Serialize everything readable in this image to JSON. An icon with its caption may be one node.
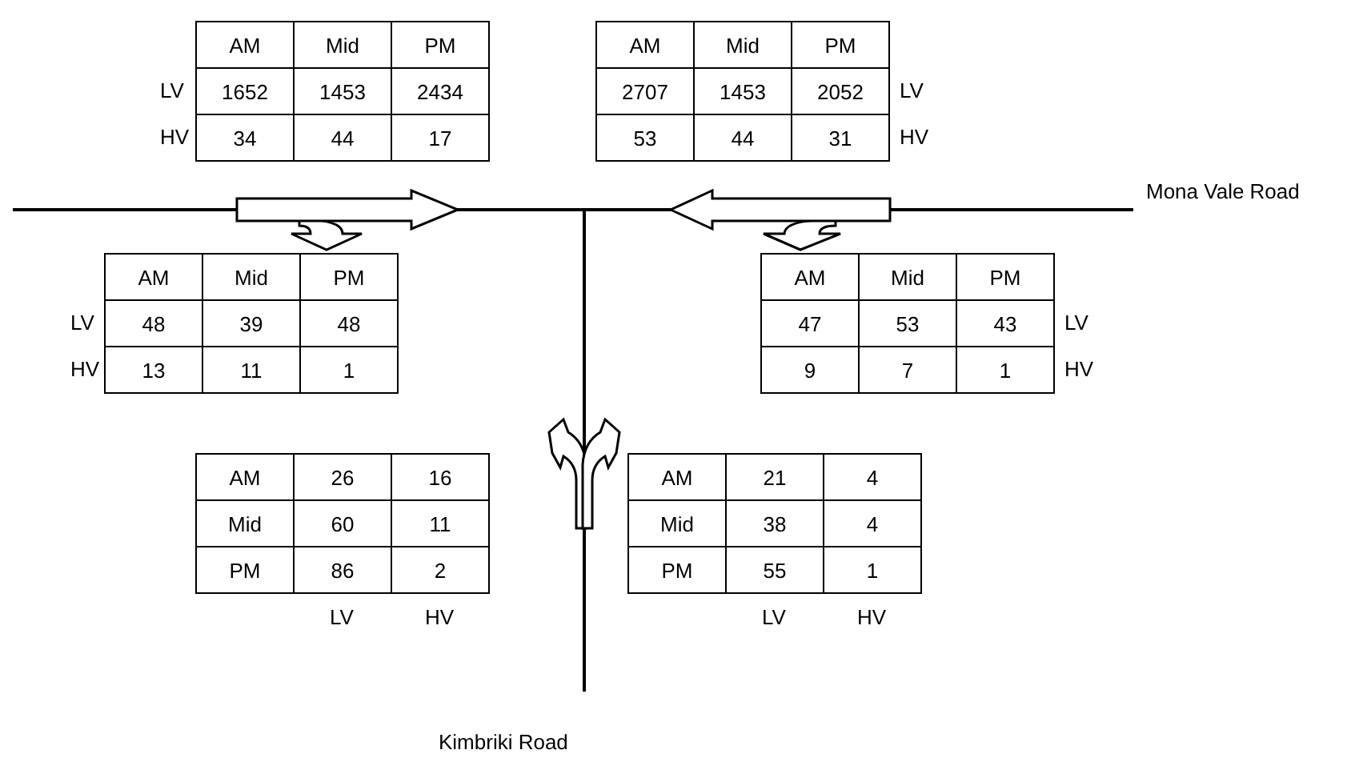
{
  "diagram": {
    "labels": [
      "AM",
      "Mid",
      "PM",
      "LV",
      "1652",
      "1453",
      "2434",
      "HV",
      "34",
      "44",
      "17",
      "AM",
      "Mid",
      "PM",
      "2707",
      "1453",
      "2052",
      "LV",
      "53",
      "44",
      "31",
      "HV",
      "Mona Vale Road",
      "AM",
      "Mid",
      "PM",
      "LV",
      "48",
      "39",
      "48",
      "HV",
      "13",
      "11",
      "1",
      "AM",
      "Mid",
      "PM",
      "47",
      "53",
      "43",
      "LV",
      "9",
      "7",
      "1",
      "HV",
      "AM",
      "26",
      "16",
      "Mid",
      "60",
      "11",
      "PM",
      "86",
      "2",
      "LV",
      "HV",
      "AM",
      "21",
      "4",
      "Mid",
      "38",
      "4",
      "PM",
      "55",
      "1",
      "LV",
      "HV",
      "Kimbriki Road"
    ]
  }
}
